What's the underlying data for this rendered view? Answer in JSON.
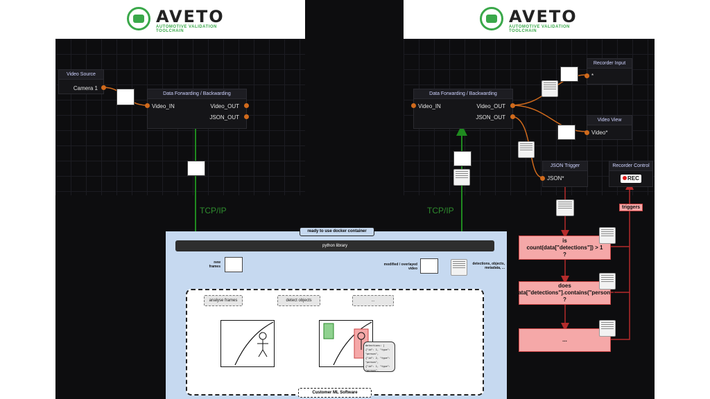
{
  "logo": {
    "word": "AVETO",
    "tagline": "AUTOMOTIVE VALIDATION TOOLCHAIN"
  },
  "left": {
    "video_source": {
      "title": "Video Source",
      "port": "Camera 1"
    },
    "forwarding": {
      "title": "Data Forwarding / Backwarding",
      "in": "Video_IN",
      "out1": "Video_OUT",
      "out2": "JSON_OUT"
    }
  },
  "right": {
    "forwarding": {
      "title": "Data Forwarding / Backwarding",
      "in": "Video_IN",
      "out1": "Video_OUT",
      "out2": "JSON_OUT"
    },
    "recorder_input": {
      "title": "Recorder Input",
      "port": "*"
    },
    "video_view": {
      "title": "Video View",
      "port": "Video*"
    },
    "json_trigger": {
      "title": "JSON Trigger",
      "port": "JSON*"
    },
    "recorder_control": {
      "title": "Recorder Control",
      "button": "REC"
    },
    "triggers": "triggers"
  },
  "tcp_left": "TCP/IP",
  "tcp_right": "TCP/IP",
  "docker": {
    "title": "ready to use docker container",
    "library": "python library",
    "new_frames": "new frames",
    "modified_video": "modified / overlayed video",
    "detections": "detections, objects, metadata, ...",
    "steps": [
      "analyse frames",
      "detect objects",
      "..."
    ],
    "ml_label": "Customer ML Software",
    "json_snippet": [
      "detections: [",
      "{\"id\": 1, \"type\": \"person\",",
      "{\"id\": 2, \"type\": \"person\",",
      "{\"id\": 1, \"type\": \"person\","
    ]
  },
  "conditions": [
    {
      "l1": "is",
      "l2": "count(data[\"detections\"]) > 1",
      "l3": "?"
    },
    {
      "l1": "does",
      "l2": "data[\"detections\"].contains(\"person\")",
      "l3": "?"
    },
    {
      "l1": "...",
      "l2": "",
      "l3": ""
    }
  ]
}
